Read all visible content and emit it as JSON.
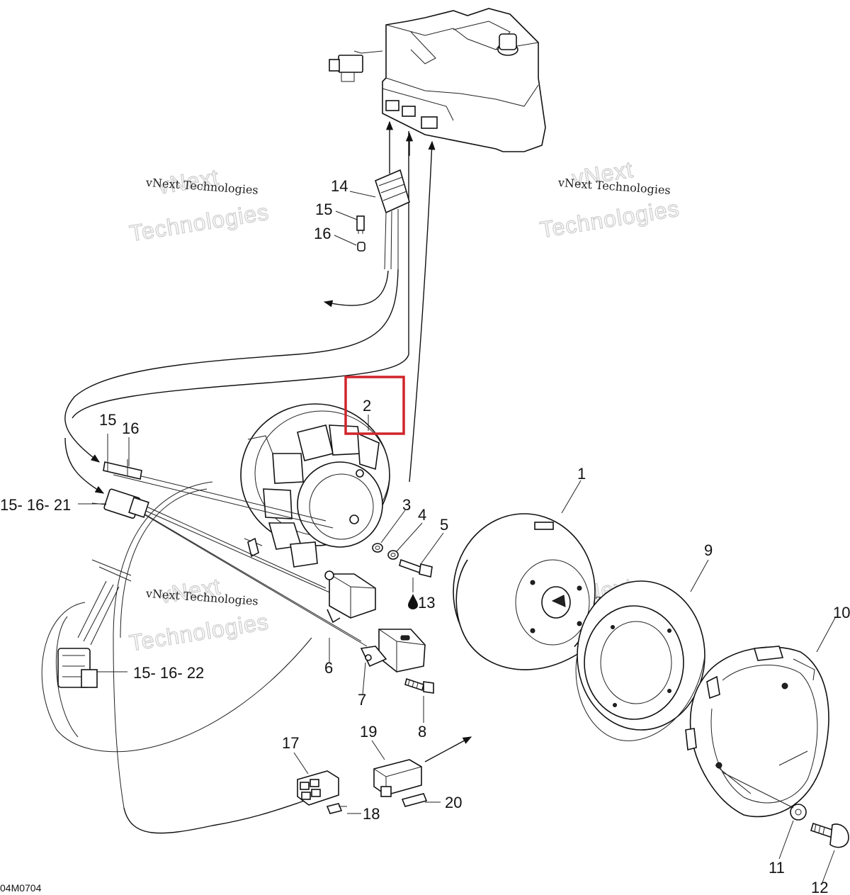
{
  "labels": {
    "l1": "1",
    "l2": "2",
    "l3": "3",
    "l4": "4",
    "l5": "5",
    "l6": "6",
    "l7": "7",
    "l8": "8",
    "l9": "9",
    "l10": "10",
    "l11": "11",
    "l12": "12",
    "l13": "13",
    "l14": "14",
    "l15a": "15",
    "l16a": "16",
    "l15b": "15",
    "l16b": "16",
    "l17": "17",
    "l18": "18",
    "l19": "19",
    "l20": "20",
    "l_15_16_21": "15- 16- 21",
    "l_15_16_22": "15- 16- 22"
  },
  "watermark": {
    "small": "vNext Technologies",
    "big_line1": "vNext",
    "big_line2": "Technologies"
  },
  "drawing_code": "04M0704",
  "highlight_color": "#d0252b"
}
